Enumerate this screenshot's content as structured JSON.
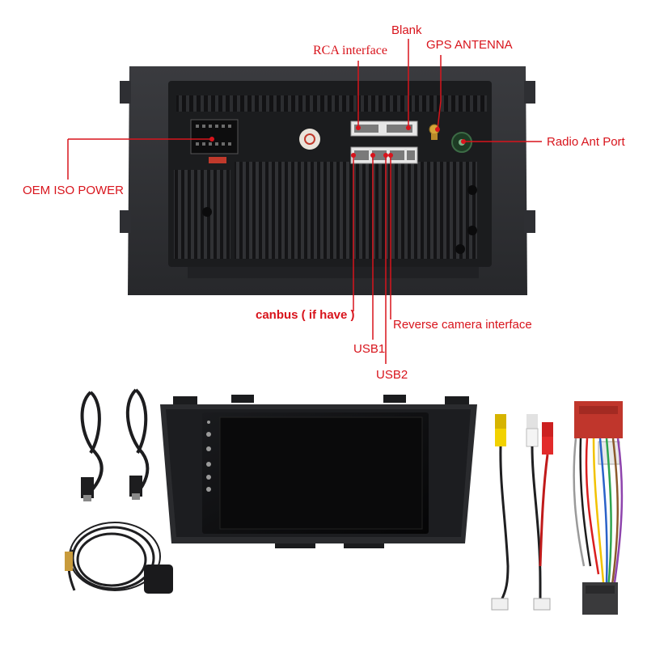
{
  "annotations": {
    "rca_interface": "RCA interface",
    "blank": "Blank",
    "gps_antenna": "GPS ANTENNA",
    "radio_ant_port": "Radio Ant Port",
    "oem_iso_power": "OEM ISO POWER",
    "canbus": "canbus ( if have )",
    "reverse_camera": "Reverse camera interface",
    "usb1": "USB1",
    "usb2": "USB2"
  },
  "colors": {
    "annotation": "#d8141c",
    "panel": "#2a2b2e",
    "screen": "#0b0b0c",
    "bezel": "#232427"
  },
  "items": [
    "usb-cable",
    "usb-cable",
    "gps-antenna",
    "head-unit",
    "rca-cable",
    "wiring-harness"
  ]
}
